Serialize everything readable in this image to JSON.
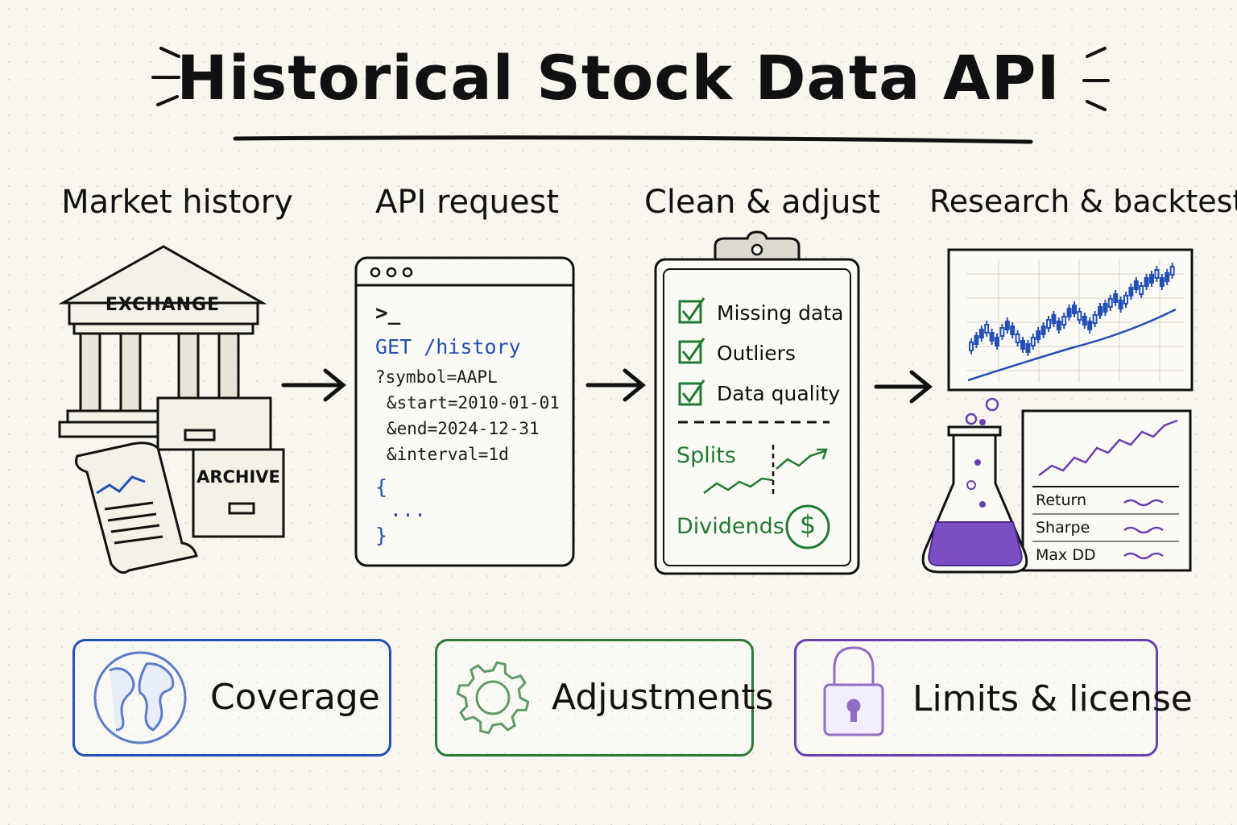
{
  "title": "Historical Stock Data API",
  "steps": [
    {
      "label": "Market history",
      "exchange_sign": "EXCHANGE",
      "archive_label": "ARCHIVE"
    },
    {
      "label": "API request",
      "prompt": ">_",
      "method_line": "GET /history",
      "params": [
        "?symbol=AAPL",
        "&start=2010-01-01",
        "&end=2024-12-31",
        "&interval=1d"
      ],
      "body_open": "{",
      "body_ellipsis": "...",
      "body_close": "}"
    },
    {
      "label": "Clean & adjust",
      "checks": [
        "Missing data",
        "Outliers",
        "Data quality"
      ],
      "splits": "Splits",
      "dividends": "Dividends",
      "dollar_symbol": "$"
    },
    {
      "label": "Research & backtest",
      "metrics": [
        "Return",
        "Sharpe",
        "Max DD"
      ]
    }
  ],
  "cards": [
    {
      "label": "Coverage",
      "icon": "globe-icon",
      "color": "#2350b8"
    },
    {
      "label": "Adjustments",
      "icon": "gear-icon",
      "color": "#2b7a35"
    },
    {
      "label": "Limits & license",
      "icon": "lock-icon",
      "color": "#6a3fb0"
    }
  ]
}
